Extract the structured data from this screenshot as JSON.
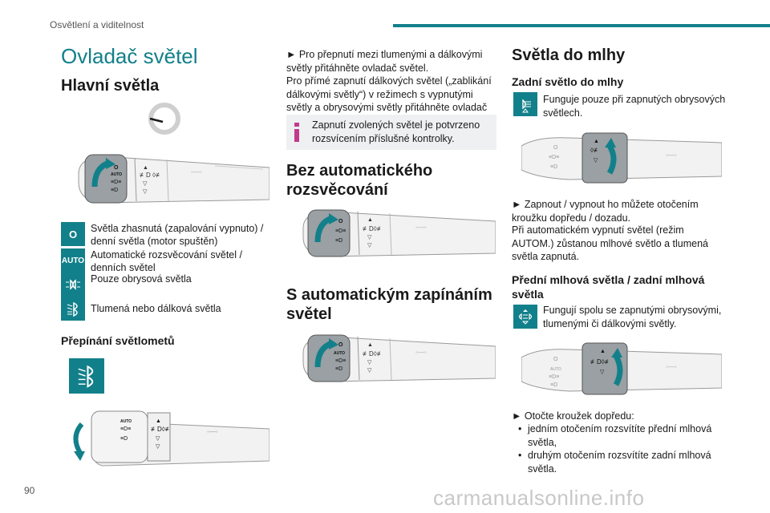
{
  "header": {
    "section": "Osvětlení a viditelnost"
  },
  "page_number": "90",
  "watermark": "carmanualsonline.info",
  "col1": {
    "title": "Ovladač světel",
    "main_lights_heading": "Hlavní světla",
    "legend": [
      {
        "icon": "O",
        "icon_name": "off-icon",
        "text": "Světla zhasnutá (zapalování vypnuto) / denní světla (motor spuštěn)"
      },
      {
        "icon": "AUTO",
        "icon_name": "auto-icon",
        "text": "Automatické rozsvěcování světel / denních světel"
      },
      {
        "icon": "",
        "icon_name": "side-lights-icon",
        "text": "Pouze obrysová světla"
      },
      {
        "icon": "",
        "icon_name": "dipped-main-beam-icon",
        "text": "Tlumená nebo dálková světla"
      }
    ],
    "switching_heading": "Přepínání světlometů"
  },
  "col2": {
    "para1": "► Pro přepnutí mezi tlumenými a dálkovými světly přitáhněte ovladač světel.",
    "para2": "Pro přímé zapnutí dálkových světel („zablikání dálkovými světly“) v režimech s vypnutými světly a obrysovými světly přitáhněte ovladač světel.",
    "note": "Zapnutí zvolených světel je potvrzeno rozsvícením příslušné kontrolky.",
    "no_auto_heading": "Bez automatického rozsvěcování",
    "auto_heading": "S automatickým zapínáním světel"
  },
  "col3": {
    "fog_heading": "Světla do mlhy",
    "rear_fog_heading": "Zadní světlo do mlhy",
    "rear_fog_text": "Funguje pouze při zapnutých obrysových světlech.",
    "rear_fog_para1": "► Zapnout / vypnout ho můžete otočením kroužku dopředu / dozadu.",
    "rear_fog_para2": "Při automatickém vypnutí světel (režim AUTOM.) zůstanou mlhové světlo a tlumená světla zapnutá.",
    "front_rear_heading": "Přední mlhová světla / zadní mlhová světla",
    "front_rear_text": "Fungují spolu se zapnutými obrysovými, tlumenými či dálkovými světly.",
    "turn_ring": "► Otočte kroužek dopředu:",
    "bullets": [
      "jedním otočením rozsvítíte přední mlhová světla,",
      "druhým otočením rozsvítíte zadní mlhová světla."
    ]
  },
  "stalk_labels": {
    "off": "O",
    "auto": "AUTO"
  },
  "colors": {
    "accent": "#12808a",
    "note_bg": "#eef0f1"
  }
}
